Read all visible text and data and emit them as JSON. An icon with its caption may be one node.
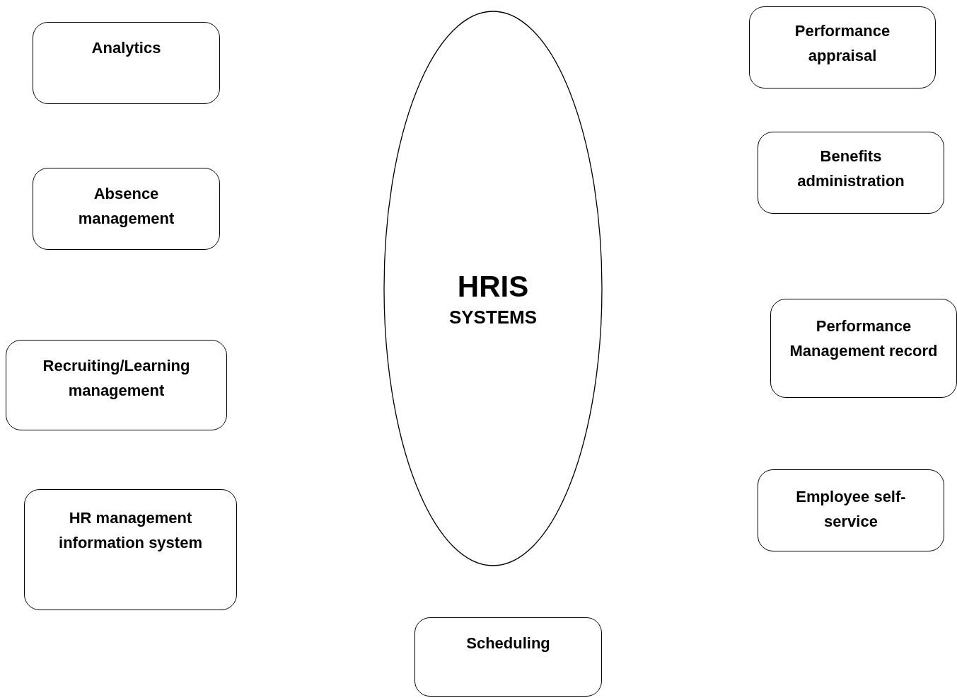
{
  "diagram": {
    "nodes": [
      {
        "text": [
          "Analytics"
        ]
      },
      {
        "text": [
          "Performance appraisal"
        ]
      },
      {
        "text": [
          "Benefits administration"
        ]
      },
      {
        "text": [
          "Absence management"
        ]
      },
      {
        "text": [
          "HRIS",
          "SYSTEMS"
        ]
      },
      {
        "text": [
          "Performance Management record"
        ]
      },
      {
        "text": [
          "Recruiting/Learning management"
        ]
      },
      {
        "text": [
          "Employee self-service"
        ]
      },
      {
        "text": [
          "HR management information system"
        ]
      },
      {
        "text": [
          "Scheduling"
        ]
      }
    ]
  }
}
